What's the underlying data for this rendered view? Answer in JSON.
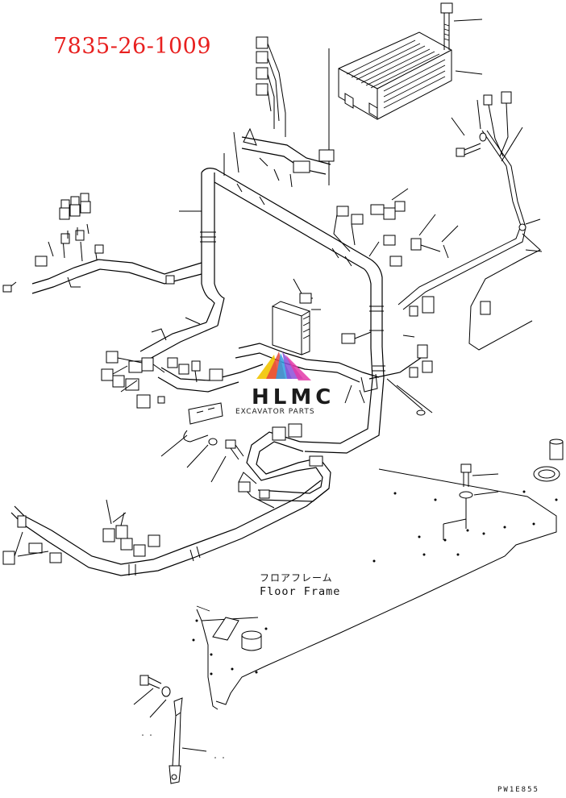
{
  "part_number": "7835-26-1009",
  "floor_label_jp": "フロアフレーム",
  "floor_label_en": "Floor Frame",
  "drawing_ref": "PW1E855",
  "watermark": {
    "name": "HLMC",
    "subtitle": "EXCAVATOR PARTS",
    "colors": [
      "#f2c400",
      "#e8453c",
      "#2f9de0",
      "#8a4fd8",
      "#e33aa8"
    ]
  },
  "colors": {
    "part_number": "#e8201f",
    "line": "#000000"
  }
}
